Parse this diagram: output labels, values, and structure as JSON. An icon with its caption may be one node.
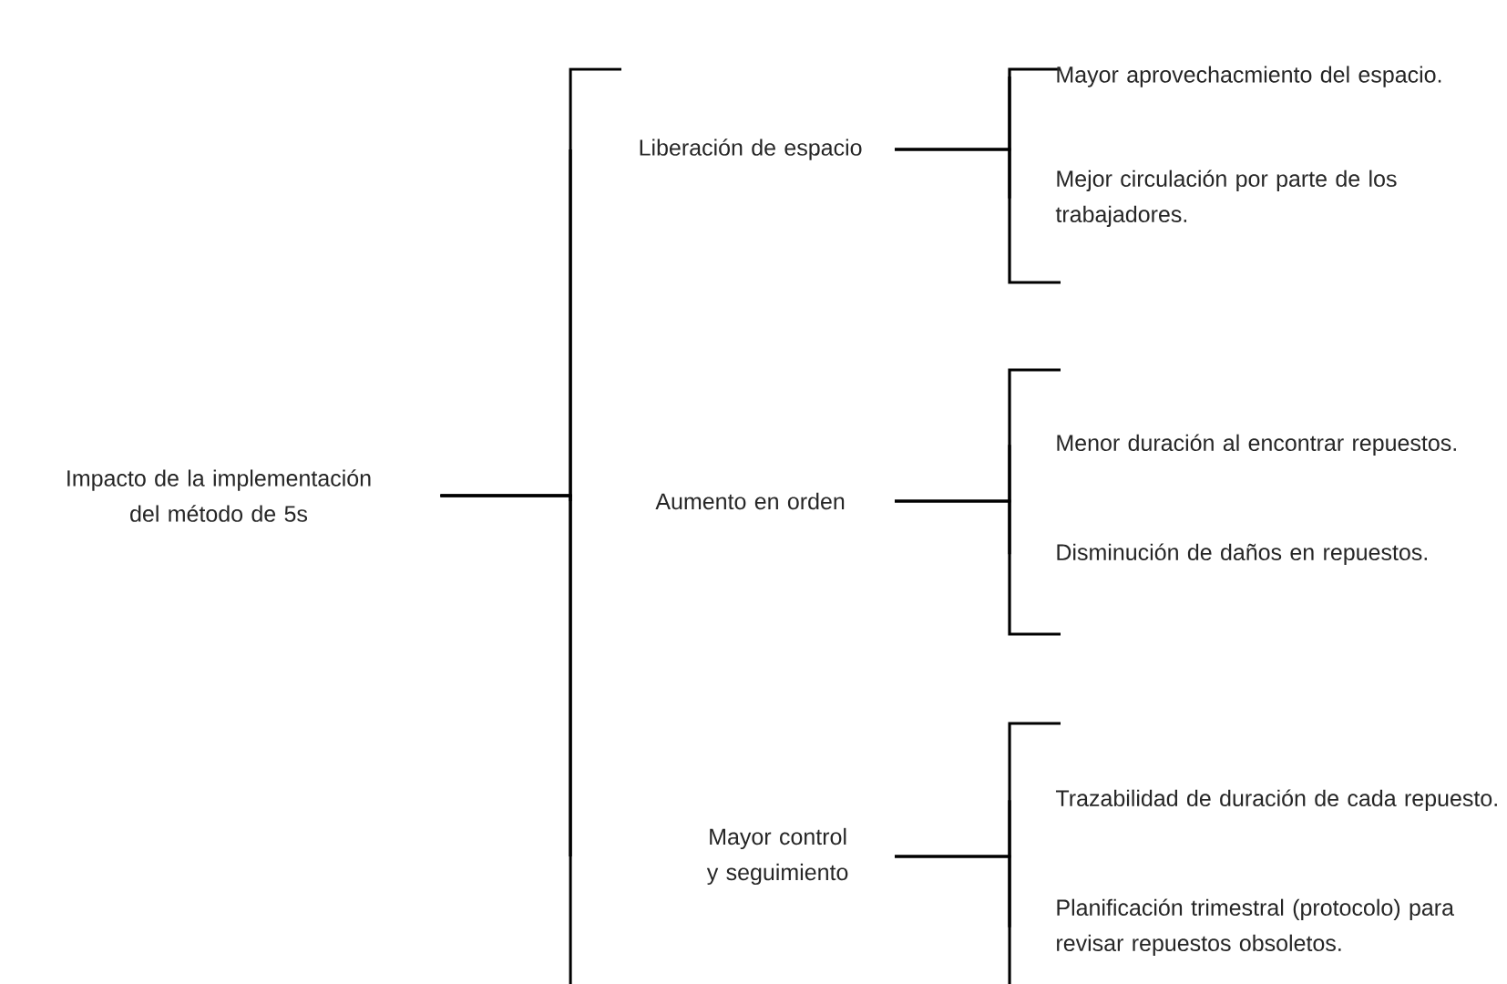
{
  "diagram": {
    "nodes": [
      {
        "text": [
          "Impacto de la implementación del método de 5s"
        ]
      },
      {
        "text": [
          "Liberación de espacio"
        ]
      },
      {
        "text": [
          "Aumento en orden"
        ]
      },
      {
        "text": [
          "Mayor control y seguimiento"
        ]
      },
      {
        "text": [
          "Mayor aprovechacmiento del espacio."
        ]
      },
      {
        "text": [
          "Mejor circulación por parte de los trabajadores."
        ]
      },
      {
        "text": [
          "Menor duración al encontrar repuestos."
        ]
      },
      {
        "text": [
          "Disminución de daños en repuestos."
        ]
      },
      {
        "text": [
          "Trazabilidad de duración de cada repuesto."
        ]
      },
      {
        "text": [
          "Planificación trimestral (protocolo) para revisar repuestos obsoletos."
        ]
      }
    ],
    "edges": [
      {
        "from": 0,
        "to": 1,
        "arrow": "none"
      },
      {
        "from": 0,
        "to": 2,
        "arrow": "none"
      },
      {
        "from": 0,
        "to": 3,
        "arrow": "none"
      },
      {
        "from": 1,
        "to": 4,
        "arrow": "none"
      },
      {
        "from": 1,
        "to": 5,
        "arrow": "none"
      },
      {
        "from": 2,
        "to": 6,
        "arrow": "none"
      },
      {
        "from": 2,
        "to": 7,
        "arrow": "none"
      },
      {
        "from": 3,
        "to": 8,
        "arrow": "none"
      },
      {
        "from": 3,
        "to": 9,
        "arrow": "none"
      }
    ]
  }
}
